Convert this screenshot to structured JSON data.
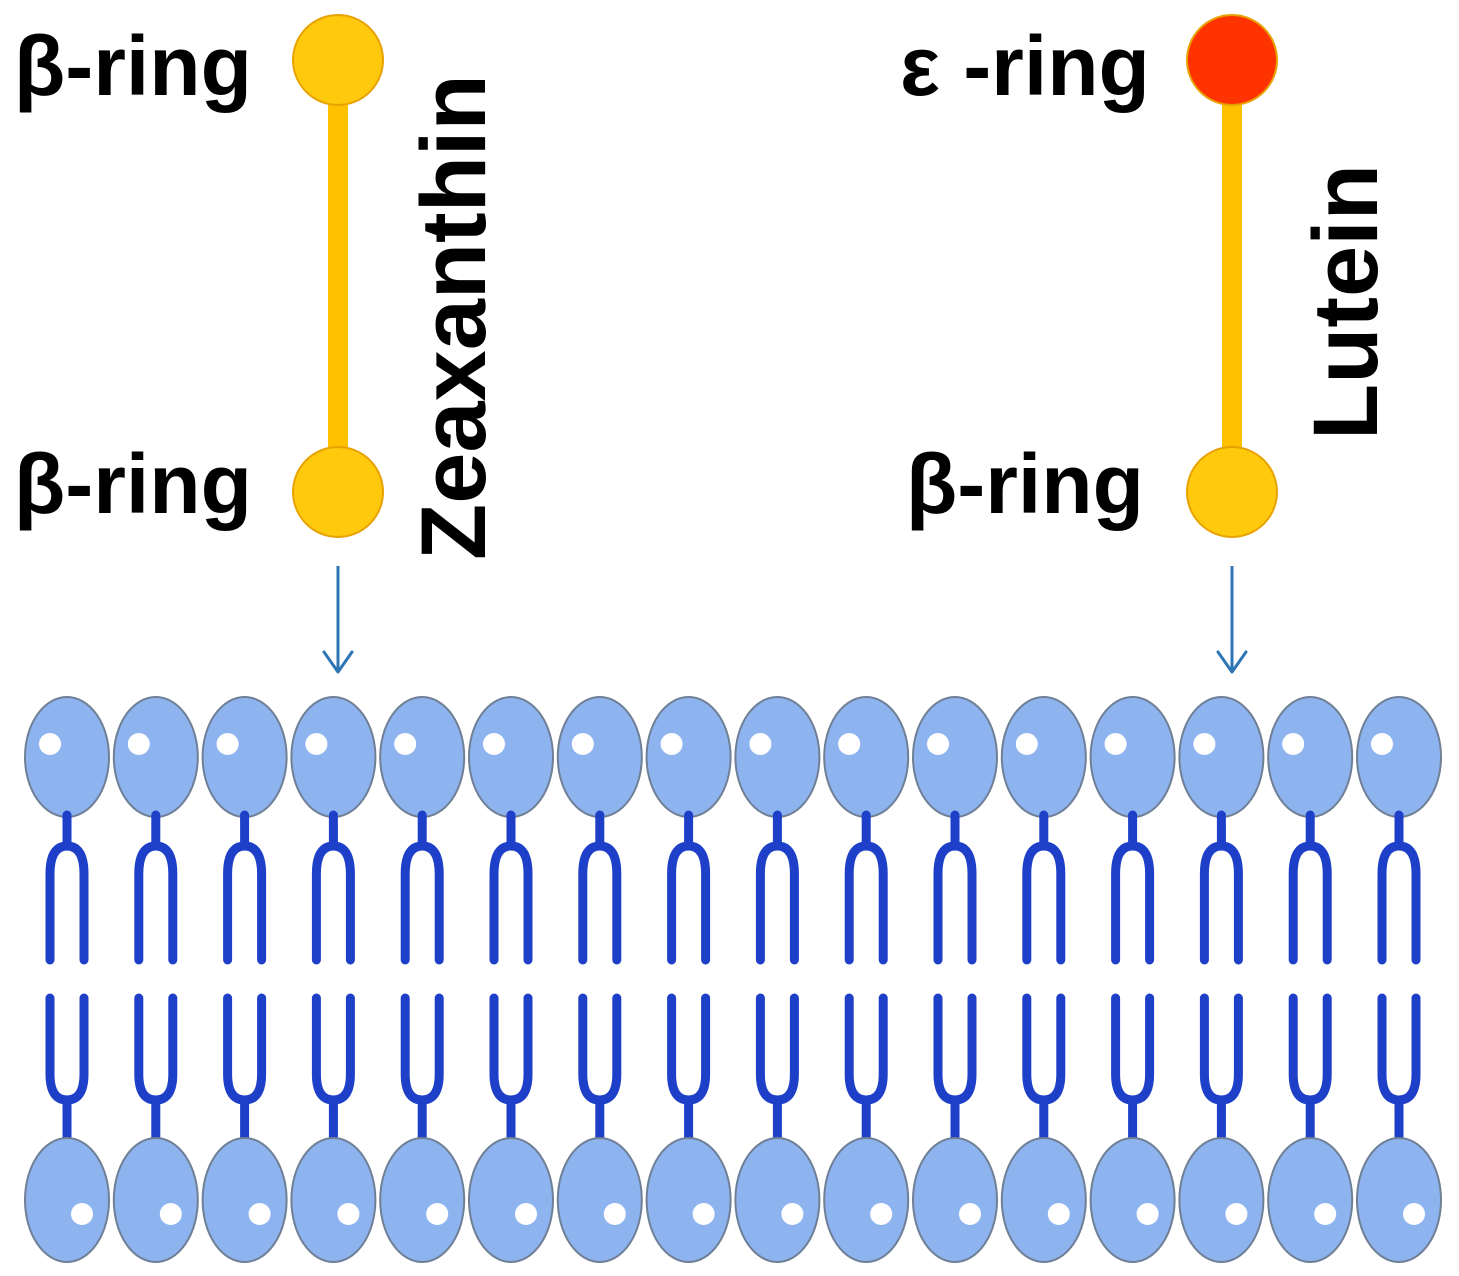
{
  "molecules": [
    {
      "name": "Zeaxanthin",
      "top_ring": "β-ring",
      "bottom_ring": "β-ring",
      "top_ring_color": "#FFC90E",
      "bottom_ring_color": "#FFC90E"
    },
    {
      "name": "Lutein",
      "top_ring": "ε -ring",
      "bottom_ring": "β-ring",
      "top_ring_color": "#FF3300",
      "bottom_ring_color": "#FFC90E"
    }
  ],
  "membrane": {
    "lipid_count": 16,
    "head_color": "#8EB4F0",
    "tail_color": "#1E3FC8"
  },
  "colors": {
    "chain": "#FFC000",
    "arrow": "#2E75B6",
    "text": "#000000"
  }
}
